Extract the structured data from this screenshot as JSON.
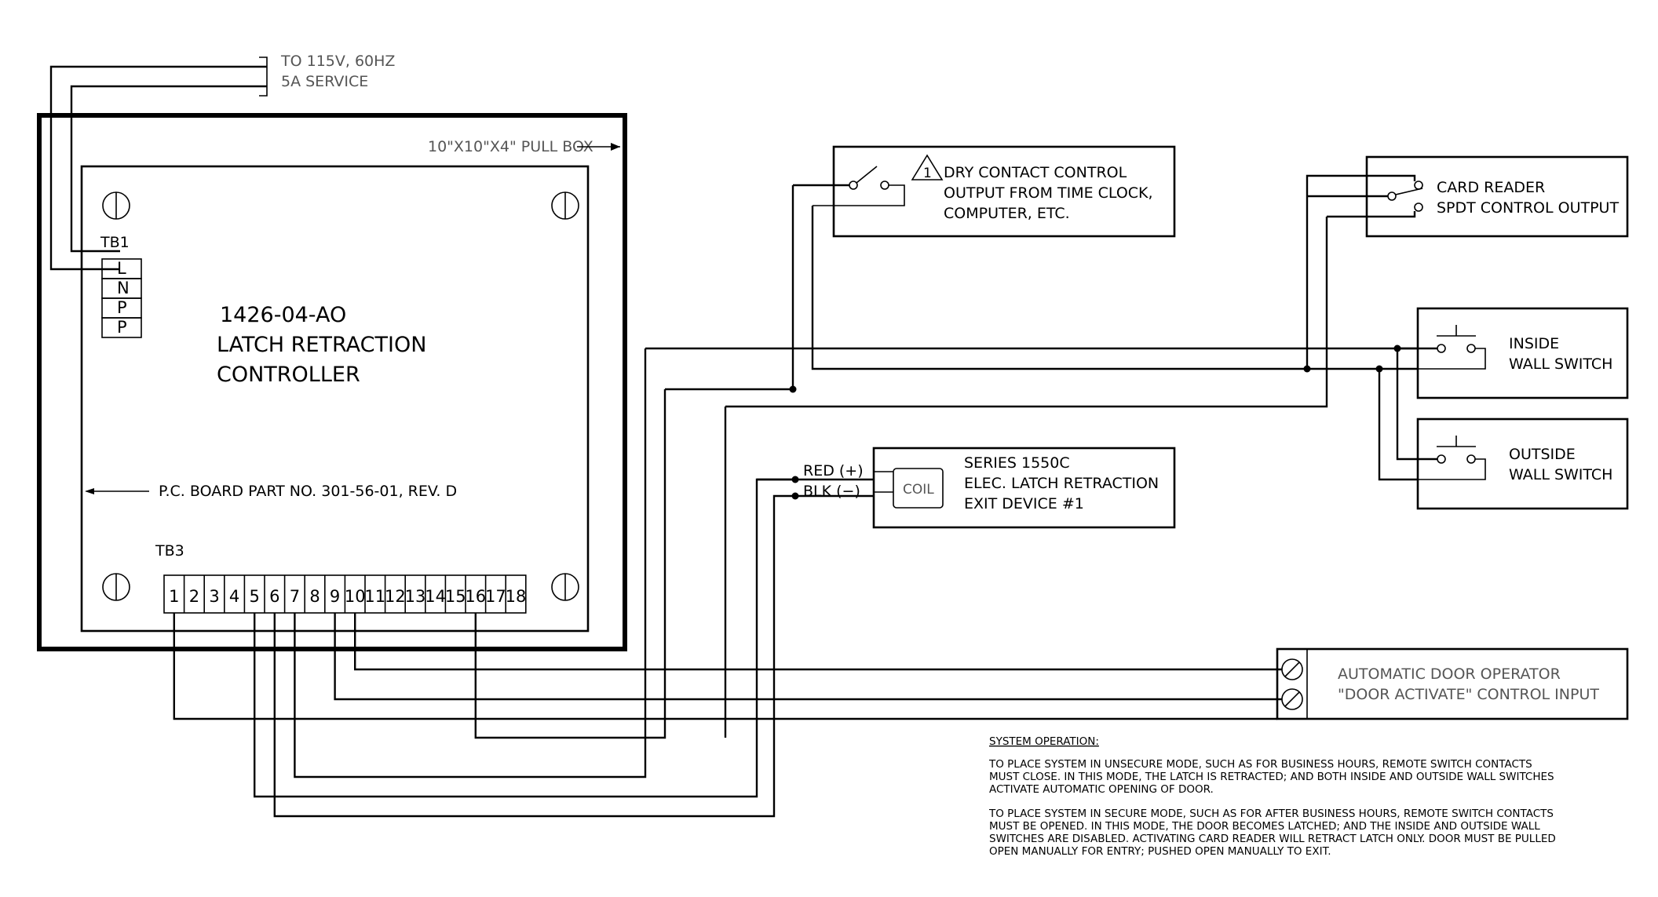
{
  "supply": {
    "line1": "TO 115V, 60HZ",
    "line2": "5A SERVICE"
  },
  "pull_box": {
    "label": "10\"X10\"X4\" PULL BOX"
  },
  "controller": {
    "model": "1426-04-AO",
    "name_line1": "LATCH  RETRACTION",
    "name_line2": "CONTROLLER",
    "board_label": "P.C. BOARD PART NO. 301-56-01, REV. D"
  },
  "tb1": {
    "title": "TB1",
    "terminals": [
      "L",
      "N",
      "P",
      "P"
    ]
  },
  "tb3": {
    "title": "TB3",
    "terminals": [
      "1",
      "2",
      "3",
      "4",
      "5",
      "6",
      "7",
      "8",
      "9",
      "10",
      "11",
      "12",
      "13",
      "14",
      "15",
      "16",
      "17",
      "18"
    ]
  },
  "dry_contact": {
    "note_number": "1",
    "line1": "DRY  CONTACT  CONTROL",
    "line2": "OUTPUT  FROM  TIME  CLOCK,",
    "line3": "COMPUTER,  ETC."
  },
  "card_reader": {
    "line1": "CARD  READER",
    "line2": "SPDT  CONTROL  OUTPUT"
  },
  "inside_switch": {
    "line1": "INSIDE",
    "line2": "WALL  SWITCH"
  },
  "outside_switch": {
    "line1": "OUTSIDE",
    "line2": "WALL  SWITCH"
  },
  "exit_device": {
    "red_label": "RED  (+)",
    "blk_label": "BLK  (−)",
    "coil_label": "COIL",
    "line1": "SERIES  1550C",
    "line2": "ELEC.  LATCH  RETRACTION",
    "line3": "EXIT  DEVICE  #1"
  },
  "door_operator": {
    "line1": "AUTOMATIC DOOR OPERATOR",
    "line2": "\"DOOR ACTIVATE\" CONTROL INPUT"
  },
  "system_operation": {
    "heading": "SYSTEM OPERATION:",
    "p1_lines": [
      "TO PLACE SYSTEM IN UNSECURE MODE, SUCH AS FOR BUSINESS HOURS, REMOTE SWITCH CONTACTS",
      "MUST CLOSE.  IN THIS MODE, THE LATCH IS RETRACTED; AND BOTH INSIDE AND OUTSIDE WALL SWITCHES",
      "ACTIVATE AUTOMATIC OPENING OF DOOR."
    ],
    "p2_lines": [
      "TO PLACE SYSTEM IN SECURE MODE, SUCH AS FOR AFTER BUSINESS HOURS, REMOTE SWITCH CONTACTS",
      "MUST BE OPENED.  IN THIS MODE, THE DOOR BECOMES LATCHED; AND THE INSIDE AND OUTSIDE WALL",
      "SWITCHES ARE DISABLED.  ACTIVATING CARD READER WILL RETRACT LATCH ONLY.  DOOR MUST BE PULLED",
      "OPEN MANUALLY FOR ENTRY; PUSHED OPEN MANUALLY TO EXIT."
    ]
  }
}
